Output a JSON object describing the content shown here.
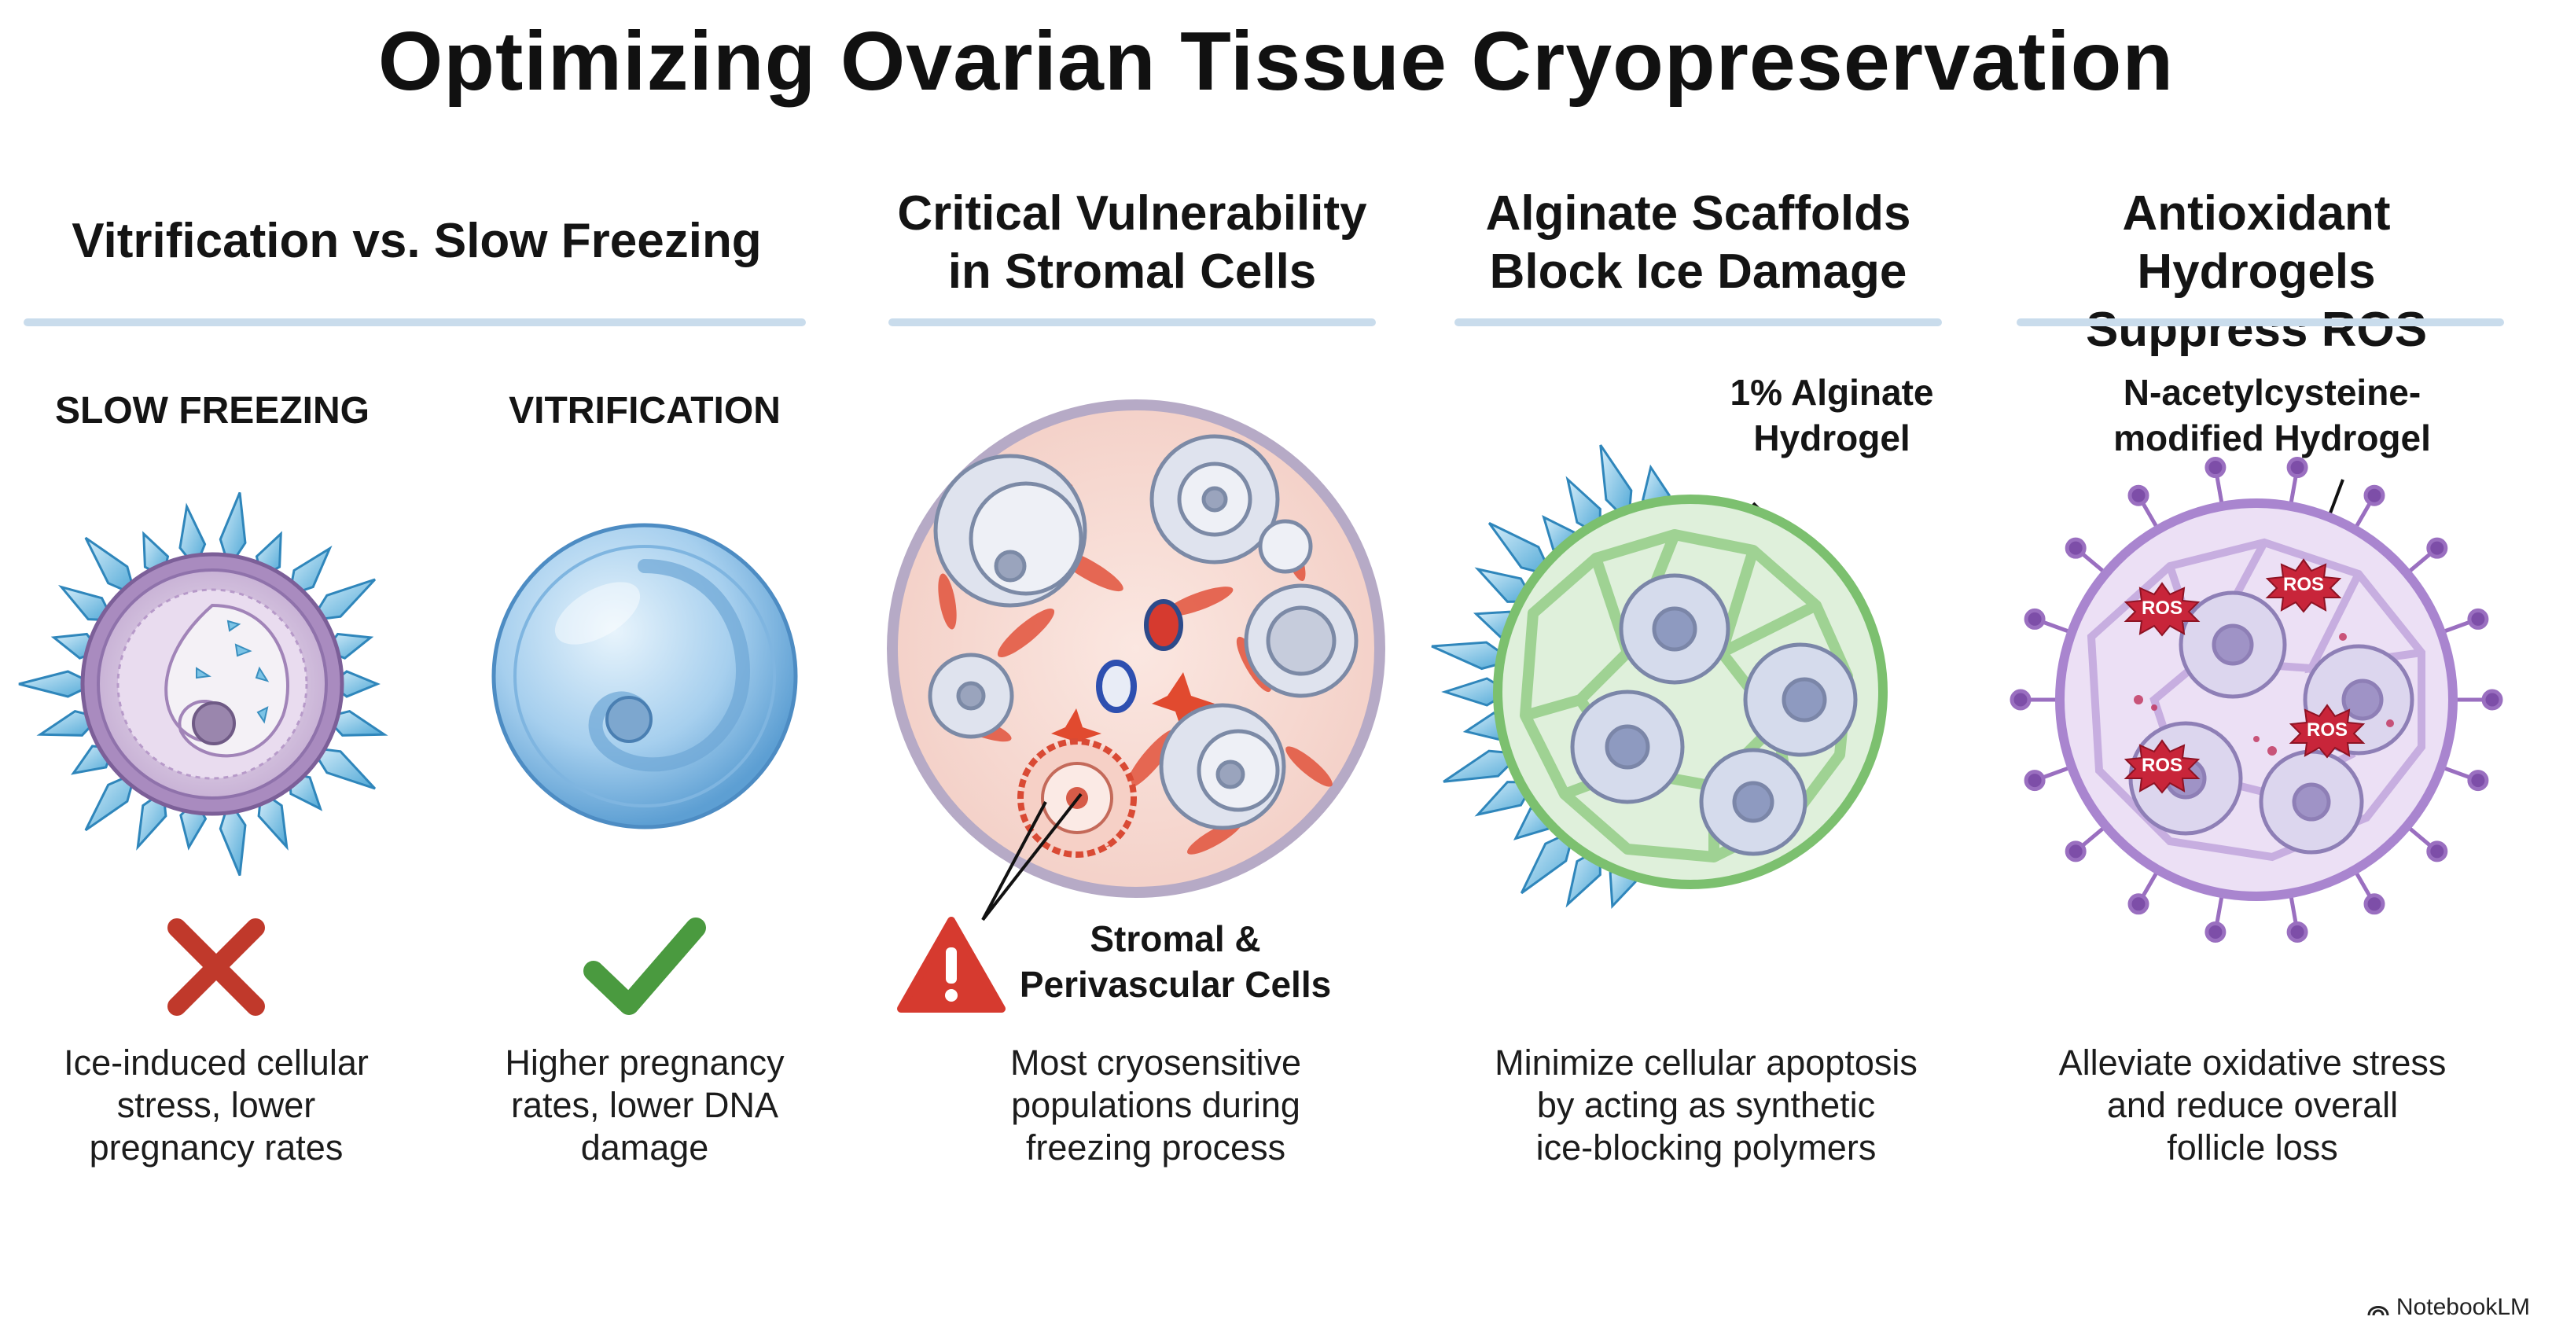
{
  "title": "Optimizing Ovarian Tissue Cryopreservation",
  "sections": {
    "vitrification": {
      "heading": "Vitrification vs. Slow Freezing",
      "slow": {
        "label": "SLOW FREEZING",
        "icon": "cross-icon",
        "desc": [
          "Ice-induced cellular",
          "stress, lower",
          "pregnancy rates"
        ]
      },
      "vit": {
        "label": "VITRIFICATION",
        "icon": "check-icon",
        "desc": [
          "Higher pregnancy",
          "rates, lower DNA",
          "damage"
        ]
      }
    },
    "stromal": {
      "heading": [
        "Critical Vulnerability",
        "in Stromal Cells"
      ],
      "callout": [
        "Stromal &",
        "Perivascular Cells"
      ],
      "icon": "warning-icon",
      "desc": [
        "Most cryosensitive",
        "populations during",
        "freezing process"
      ]
    },
    "alginate": {
      "heading": [
        "Alginate Scaffolds",
        "Block Ice Damage"
      ],
      "callout": [
        "1% Alginate",
        "Hydrogel"
      ],
      "desc": [
        "Minimize cellular apoptosis",
        "by acting as synthetic",
        "ice-blocking polymers"
      ]
    },
    "antioxidant": {
      "heading": [
        "Antioxidant Hydrogels",
        "Suppress ROS"
      ],
      "callout": [
        "N-acetylcysteine-",
        "modified Hydrogel"
      ],
      "badge": "ROS",
      "desc": [
        "Alleviate oxidative stress",
        "and reduce overall",
        "follicle loss"
      ]
    }
  },
  "brand": "NotebookLM",
  "colors": {
    "rule": "#c9dcec",
    "ice": "#6fb9de",
    "cross": "#c0392b",
    "check": "#4a9a3f",
    "warning": "#d63a2f",
    "alginate": "#a9d6a0",
    "hydrogel": "#c7aee0"
  }
}
